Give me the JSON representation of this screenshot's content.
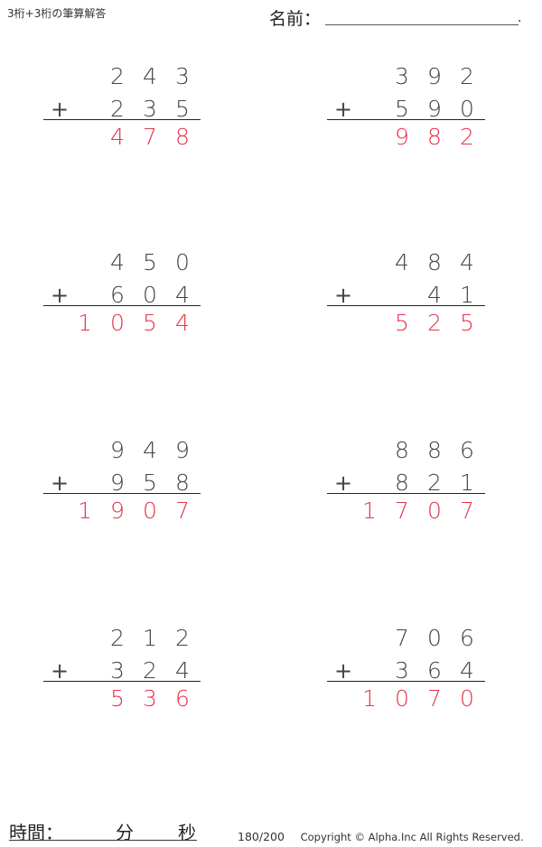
{
  "header": {
    "title": "3桁+3桁の筆算解答",
    "name_label": "名前：",
    "name_value": "",
    "name_end": "."
  },
  "problems": [
    {
      "top": [
        "2",
        "4",
        "3"
      ],
      "bottom": [
        "2",
        "3",
        "5"
      ],
      "answer": [
        "4",
        "7",
        "8"
      ],
      "operator": "+"
    },
    {
      "top": [
        "3",
        "9",
        "2"
      ],
      "bottom": [
        "5",
        "9",
        "0"
      ],
      "answer": [
        "9",
        "8",
        "2"
      ],
      "operator": "+"
    },
    {
      "top": [
        "4",
        "5",
        "0"
      ],
      "bottom": [
        "6",
        "0",
        "4"
      ],
      "answer": [
        "1",
        "0",
        "5",
        "4"
      ],
      "operator": "+"
    },
    {
      "top": [
        "4",
        "8",
        "4"
      ],
      "bottom": [
        "4",
        "1"
      ],
      "answer": [
        "5",
        "2",
        "5"
      ],
      "operator": "+"
    },
    {
      "top": [
        "9",
        "4",
        "9"
      ],
      "bottom": [
        "9",
        "5",
        "8"
      ],
      "answer": [
        "1",
        "9",
        "0",
        "7"
      ],
      "operator": "+"
    },
    {
      "top": [
        "8",
        "8",
        "6"
      ],
      "bottom": [
        "8",
        "2",
        "1"
      ],
      "answer": [
        "1",
        "7",
        "0",
        "7"
      ],
      "operator": "+"
    },
    {
      "top": [
        "2",
        "1",
        "2"
      ],
      "bottom": [
        "3",
        "2",
        "4"
      ],
      "answer": [
        "5",
        "3",
        "6"
      ],
      "operator": "+"
    },
    {
      "top": [
        "7",
        "0",
        "6"
      ],
      "bottom": [
        "3",
        "6",
        "4"
      ],
      "answer": [
        "1",
        "0",
        "7",
        "0"
      ],
      "operator": "+"
    }
  ],
  "footer": {
    "time_label": "時間：",
    "minutes_label": "分",
    "seconds_label": "秒",
    "page": "180/200",
    "copyright": "Copyright © Alpha.Inc All Rights Reserved."
  },
  "colors": {
    "answer": "#e8334a",
    "text": "#444444"
  }
}
